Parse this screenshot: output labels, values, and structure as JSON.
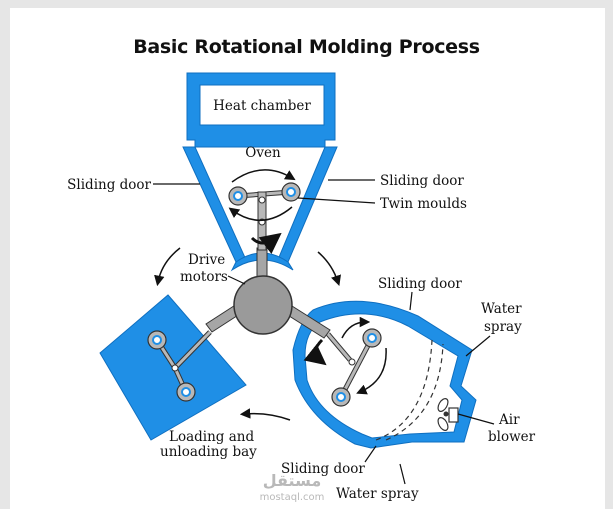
{
  "title": "Basic Rotational Molding Process",
  "colors": {
    "blue": "#1f8fe6",
    "blue_dark": "#0f6fc0",
    "hub": "#9a9a9a",
    "arm": "#a6a6a6",
    "mould": "#b8b8b8",
    "outline": "#333333"
  },
  "labels": {
    "heat_chamber": "Heat chamber",
    "oven": "Oven",
    "sliding_door_left": "Sliding door",
    "sliding_door_right": "Sliding door",
    "twin_moulds": "Twin moulds",
    "drive_motors_1": "Drive",
    "drive_motors_2": "motors",
    "sliding_door_cooling": "Sliding door",
    "water_spray_top_1": "Water",
    "water_spray_top_2": "spray",
    "air_blower_1": "Air",
    "air_blower_2": "blower",
    "loading_1": "Loading and",
    "loading_2": "unloading bay",
    "sliding_door_bottom": "Sliding door",
    "water_spray_bottom": "Water spray"
  },
  "watermark": {
    "arabic": "مستقل",
    "latin": "mostaql.com"
  }
}
